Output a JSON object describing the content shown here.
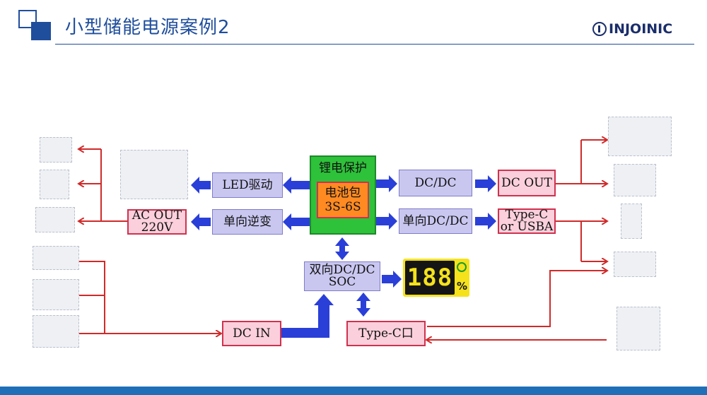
{
  "header": {
    "title": "小型储能电源案例2",
    "brand": "INJOINIC"
  },
  "nodes": {
    "led_driver": "LED驱动",
    "inverter": "单向逆变",
    "ac_out": "AC OUT\n220V",
    "battery_protect": "锂电保护",
    "battery_pack": "电池包\n3S-6S",
    "dcdc": "DC/DC",
    "dc_out": "DC OUT",
    "uni_dcdc": "单向DC/DC",
    "typec_usba": "Type-C\nor USBA",
    "bidir_dcdc": "双向DC/DC\nSOC",
    "dc_in": "DC IN",
    "typec_port": "Type-C口"
  },
  "display": {
    "digits": "188",
    "percent": "%"
  },
  "icons": {
    "left": [
      "rice-cooker-icon",
      "electric-kettle-icon",
      "laptop-icon",
      "electric-car-icon",
      "car-charger-icon",
      "solar-panel-icon"
    ],
    "right": [
      "multi-cable-icon",
      "car-usb-charger-icon",
      "smartphone-icon",
      "laptop-icon",
      "usb-wall-charger-icon"
    ],
    "center": "led-panel-icon"
  },
  "colors": {
    "title": "#1f4e9c",
    "arrow_blue": "#2a3fd8",
    "wire_red": "#d02a2a",
    "node_purple": "#c9c7f0",
    "node_pink": "#fbd0dc",
    "node_green": "#2ec13a",
    "inner_orange": "#ff8a22",
    "display_bg": "#f5e21c"
  }
}
